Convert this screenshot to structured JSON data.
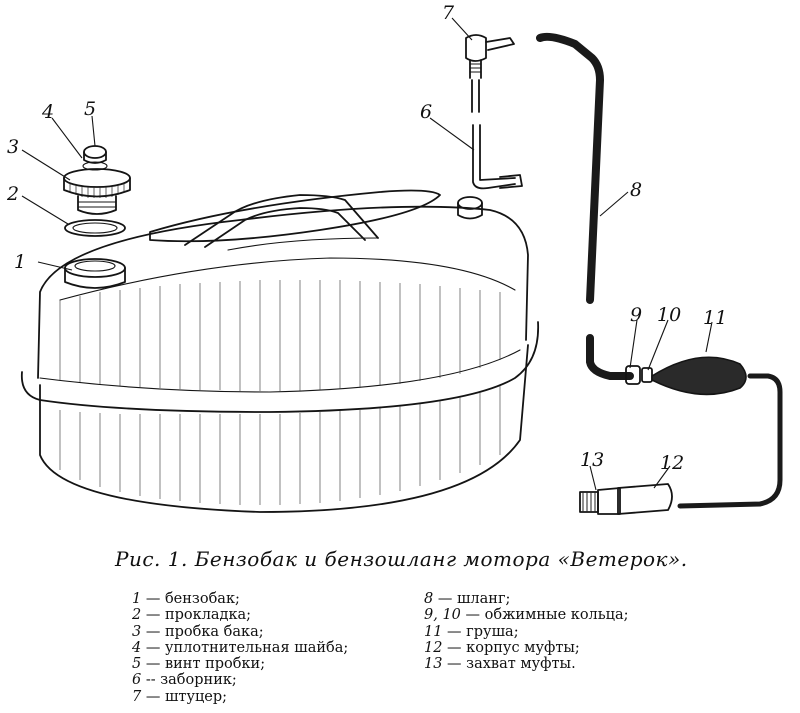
{
  "figure": {
    "caption": "Рис. 1. Бензобак и бензошланг мотора «Ветерок».",
    "callouts": [
      "1",
      "2",
      "3",
      "4",
      "5",
      "6",
      "7",
      "8",
      "9",
      "10",
      "11",
      "12",
      "13"
    ]
  },
  "legend": {
    "left": [
      {
        "num": "1",
        "text": " — бензобак;"
      },
      {
        "num": "2",
        "text": " — прокладка;"
      },
      {
        "num": "3",
        "text": " — пробка бака;"
      },
      {
        "num": "4",
        "text": " — уплотнительная шайба;"
      },
      {
        "num": "5",
        "text": " — винт пробки;"
      },
      {
        "num": "6",
        "text": " -- заборник;"
      },
      {
        "num": "7",
        "text": " — штуцер;"
      }
    ],
    "right": [
      {
        "num": "8",
        "text": " — шланг;"
      },
      {
        "num": "9, 10",
        "text": " — обжимные кольца;"
      },
      {
        "num": "11",
        "text": " — груша;"
      },
      {
        "num": "12",
        "text": " — корпус муфты;"
      },
      {
        "num": "13",
        "text": " — захват муфты."
      }
    ]
  }
}
